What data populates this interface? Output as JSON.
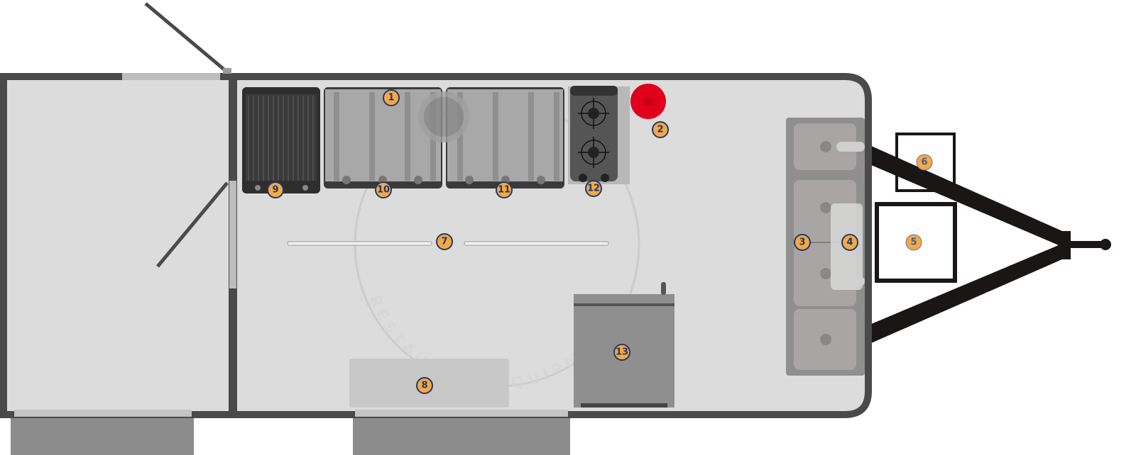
{
  "diagram": {
    "type": "food trailer floor plan",
    "watermark": "RESTAURANT EQUIPMENT",
    "colors": {
      "wall": "#4a4a4a",
      "floor": "#dcdcdc",
      "equipment": "#8a8a8a",
      "badge": "#f5a843",
      "badge_text": "#1e3a6e",
      "fire_extinguisher": "#e0001b",
      "hitch": "#1a1616"
    },
    "labels": {
      "l1": "1",
      "l2": "2",
      "l3": "3",
      "l4": "4",
      "l5": "5",
      "l6": "6",
      "l7": "7",
      "l8": "8",
      "l9": "9",
      "l10": "10",
      "l11": "11",
      "l12": "12",
      "l13": "13"
    }
  }
}
